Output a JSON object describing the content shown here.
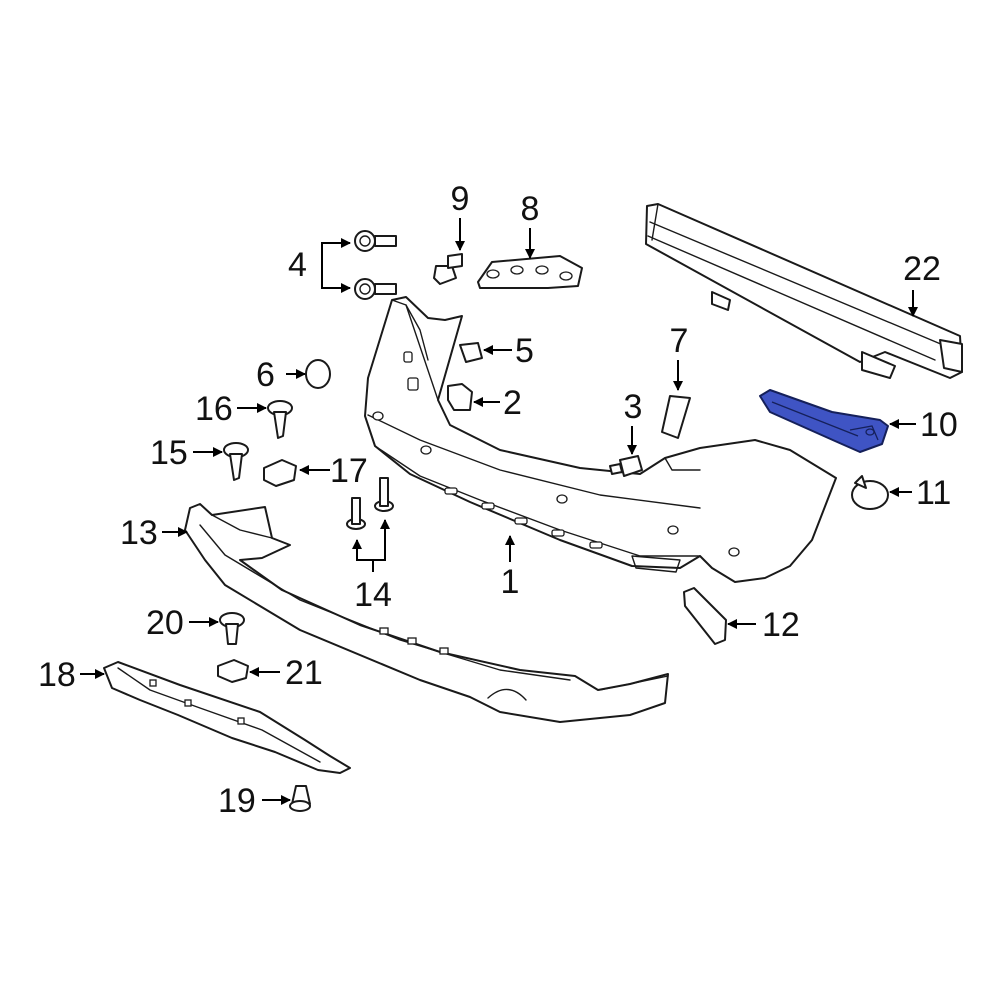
{
  "diagram": {
    "highlight_color": "#3f54c4",
    "line_color": "#1a1a1a",
    "callouts": [
      {
        "id": "1",
        "label": "1"
      },
      {
        "id": "2",
        "label": "2"
      },
      {
        "id": "3",
        "label": "3"
      },
      {
        "id": "4",
        "label": "4"
      },
      {
        "id": "5",
        "label": "5"
      },
      {
        "id": "6",
        "label": "6"
      },
      {
        "id": "7",
        "label": "7"
      },
      {
        "id": "8",
        "label": "8"
      },
      {
        "id": "9",
        "label": "9"
      },
      {
        "id": "10",
        "label": "10",
        "highlighted": true
      },
      {
        "id": "11",
        "label": "11"
      },
      {
        "id": "12",
        "label": "12"
      },
      {
        "id": "13",
        "label": "13"
      },
      {
        "id": "14",
        "label": "14"
      },
      {
        "id": "15",
        "label": "15"
      },
      {
        "id": "16",
        "label": "16"
      },
      {
        "id": "17",
        "label": "17"
      },
      {
        "id": "18",
        "label": "18"
      },
      {
        "id": "19",
        "label": "19"
      },
      {
        "id": "20",
        "label": "20"
      },
      {
        "id": "21",
        "label": "21"
      },
      {
        "id": "22",
        "label": "22"
      }
    ]
  }
}
